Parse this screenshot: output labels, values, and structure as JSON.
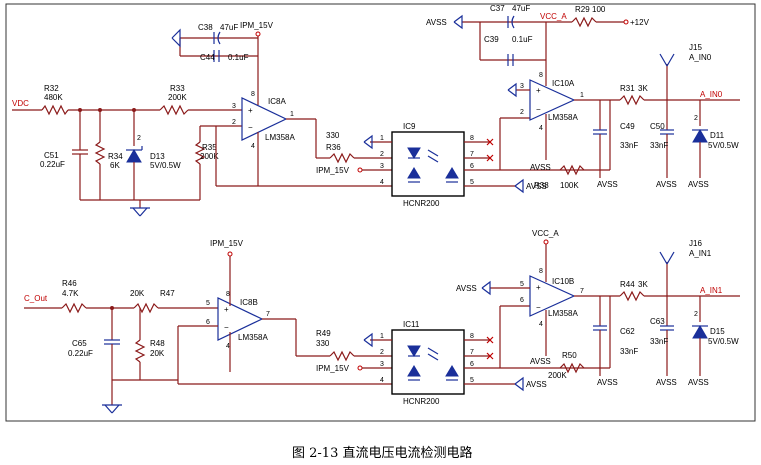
{
  "caption": "图 2-13 直流电压电流检测电路",
  "ch1": {
    "input": "VDC",
    "R32": {
      "ref": "R32",
      "val": "480K"
    },
    "C51": {
      "ref": "C51",
      "val": "0.22uF"
    },
    "R34": {
      "ref": "R34",
      "val": "6K"
    },
    "D13": {
      "ref": "D13",
      "val": "5V/0.5W"
    },
    "R33": {
      "ref": "R33",
      "val": "200K"
    },
    "R35": {
      "ref": "R35",
      "val": "200K"
    },
    "C38": {
      "ref": "C38",
      "val": "47uF"
    },
    "C44": {
      "ref": "C44",
      "val": "0.1uF"
    },
    "ipm": "IPM_15V",
    "ipm2": "IPM_15V",
    "opamp1": {
      "ref": "IC8A",
      "part": "LM358A"
    },
    "R36": {
      "ref": "R36",
      "val": "330"
    },
    "iso": {
      "ref": "IC9",
      "part": "HCNR200"
    },
    "avss_iso": "AVSS",
    "C37": {
      "ref": "C37",
      "val": "47uF"
    },
    "C39": {
      "ref": "C39",
      "val": "0.1uF"
    },
    "avss_top": "AVSS",
    "vcc": "VCC_A",
    "R29": {
      "ref": "R29",
      "val": "100"
    },
    "supply": "+12V",
    "opamp2": {
      "ref": "IC10A",
      "part": "LM358A"
    },
    "R38": {
      "ref": "R38",
      "val": "100K"
    },
    "avss_fb": "AVSS",
    "R31": {
      "ref": "R31",
      "val": "3K"
    },
    "C49": {
      "ref": "C49",
      "val": "33nF"
    },
    "C50": {
      "ref": "C50",
      "val": "33nF"
    },
    "D11": {
      "ref": "D11",
      "val": "5V/0.5W"
    },
    "avss_o1": "AVSS",
    "avss_o2": "AVSS",
    "avss_o3": "AVSS",
    "J": {
      "ref": "J15",
      "net": "A_IN0"
    },
    "out": "A_IN0"
  },
  "ch2": {
    "input": "C_Out",
    "R46": {
      "ref": "R46",
      "val": "4.7K"
    },
    "C65": {
      "ref": "C65",
      "val": "0.22uF"
    },
    "R47": {
      "ref": "R47",
      "val": "20K"
    },
    "R48": {
      "ref": "R48",
      "val": "20K"
    },
    "ipm": "IPM_15V",
    "ipm2": "IPM_15V",
    "opamp1": {
      "ref": "IC8B",
      "part": "LM358A"
    },
    "R49": {
      "ref": "R49",
      "val": "330"
    },
    "iso": {
      "ref": "IC11",
      "part": "HCNR200"
    },
    "avss_iso": "AVSS",
    "vcc": "VCC_A",
    "avss_left": "AVSS",
    "opamp2": {
      "ref": "IC10B",
      "part": "LM358A"
    },
    "R50": {
      "ref": "R50",
      "val": "200K"
    },
    "avss_fb": "AVSS",
    "R44": {
      "ref": "R44",
      "val": "3K"
    },
    "C62": {
      "ref": "C62",
      "val": "33nF"
    },
    "C63": {
      "ref": "C63",
      "val": "33nF"
    },
    "D15": {
      "ref": "D15",
      "val": "5V/0.5W"
    },
    "avss_o1": "AVSS",
    "avss_o2": "AVSS",
    "avss_o3": "AVSS",
    "J": {
      "ref": "J16",
      "net": "A_IN1"
    },
    "out": "A_IN1"
  },
  "pins": {
    "p1": "1",
    "p2": "2",
    "p3": "3",
    "p4": "4",
    "p5": "5",
    "p6": "6",
    "p7": "7",
    "p8": "8"
  }
}
